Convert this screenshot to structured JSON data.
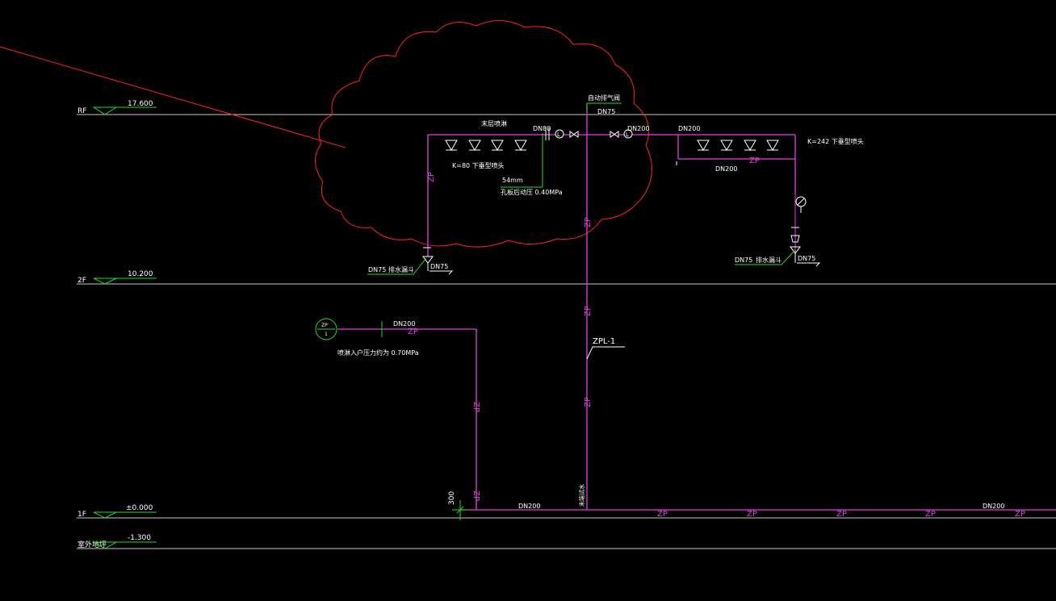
{
  "colors": {
    "background": "#000000",
    "floor_line": "#c8c8c8",
    "pipe": "#e040e0",
    "annotation_green": "#22dd22",
    "text_white": "#ffffff",
    "revision_cloud": "#ff2020"
  },
  "levels": [
    {
      "name": "RF",
      "elevation": "17.600"
    },
    {
      "name": "2F",
      "elevation": "10.200"
    },
    {
      "name": "1F",
      "elevation": "±0.000"
    },
    {
      "name": "室外地坪",
      "elevation": "-1.300"
    }
  ],
  "pipe_labels": {
    "zp": "ZP",
    "riser": "ZPL-1",
    "dn200": "DN200",
    "dn80": "DN80",
    "dn75": "DN75"
  },
  "annotations": {
    "top_section": "末层喷淋",
    "nozzle_k80": "K=80  下垂型喷头",
    "nozzle_k242": "K=242  下垂型喷头",
    "orifice": "54mm",
    "nozzle_pressure": "孔板后动压  0.40MPa",
    "air_valve": "自动排气阀",
    "drain_funnel": "排水漏斗",
    "inlet_pressure": "喷淋入户压力约为   0.70MPa",
    "inlet_tag_top": "ZP",
    "inlet_tag_bottom": "1",
    "dim_300": "300",
    "riser_vertical_text": "末端试水"
  }
}
